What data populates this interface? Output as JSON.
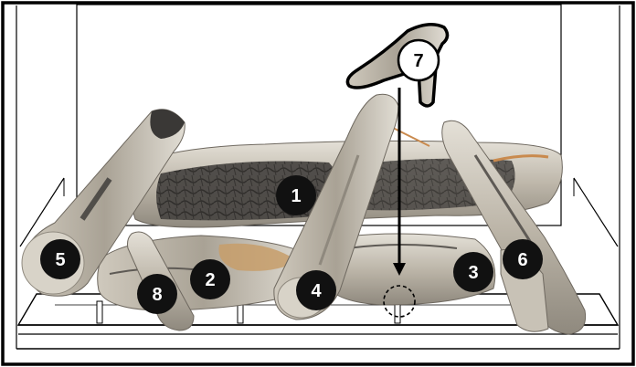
{
  "diagram": {
    "colors": {
      "frame": "#000000",
      "background": "#ffffff",
      "log_light": "#d8d3c8",
      "log_mid": "#b9b2a5",
      "log_dark": "#5e5a55",
      "char": "#3a3836",
      "ember": "#c98a4e",
      "badge_fill": "#111111",
      "badge_text": "#ffffff",
      "callout_fill": "#ffffff",
      "callout_text": "#000000"
    },
    "badges": [
      {
        "id": "1",
        "label": "1"
      },
      {
        "id": "2",
        "label": "2"
      },
      {
        "id": "3",
        "label": "3"
      },
      {
        "id": "4",
        "label": "4"
      },
      {
        "id": "5",
        "label": "5"
      },
      {
        "id": "6",
        "label": "6"
      },
      {
        "id": "8",
        "label": "8"
      }
    ],
    "callout": {
      "label": "7"
    }
  }
}
